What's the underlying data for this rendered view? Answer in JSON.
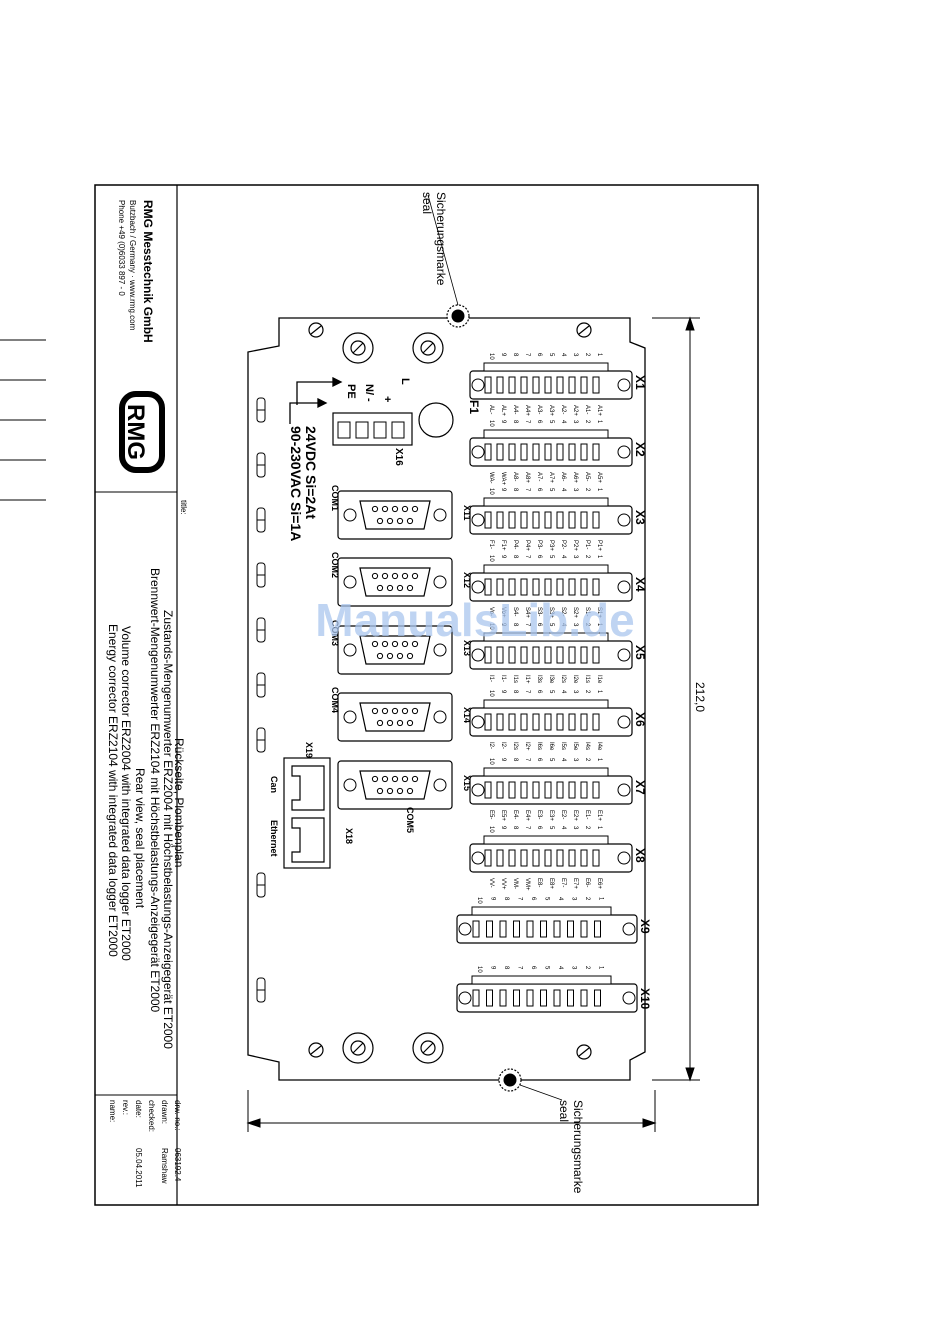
{
  "company": {
    "name": "RMG Messtechnik GmbH",
    "address": "Butzbach / Germany · www.rmg.com",
    "phone": "Phone +49 (0)6033 897 - 0",
    "logo": "RMG"
  },
  "titleblock": {
    "title_label": "title:",
    "lines": [
      "Rückseite, Plombenplan",
      "Zustands-Mengenumwerter ERZ2004 mit Höchstbelastungs-Anzeigegerät ET2000",
      "Brennwert-Mengenumwerter ERZ2104 mit Höchstbelastungs-Anzeigegerät ET2000",
      "Rear view, seal placement",
      "Volume corrector ERZ2004 with integrated data logger ET2000",
      "Energy corrector ERZ2104 with integrated data logger ET2000"
    ],
    "fields": [
      {
        "label": "drw.-no.:",
        "value": "063192.4"
      },
      {
        "label": "drawn:",
        "value": "Ramshaw"
      },
      {
        "label": "checked:",
        "value": ""
      },
      {
        "label": "date:",
        "value": "05.04.2011"
      },
      {
        "label": "rev.:",
        "value": ""
      },
      {
        "label": "name:",
        "value": ""
      }
    ]
  },
  "seal_top": {
    "de": "Sicherungsmarke",
    "en": "seal"
  },
  "seal_bottom": {
    "de": "Sicherungsmarke",
    "en": "seal"
  },
  "dimension": "212,0",
  "watermark": "ManualsLib.de",
  "power": {
    "fuse": "F1",
    "connector": "X16",
    "pins": [
      "L",
      "+",
      "N/ -",
      "PE"
    ],
    "spec_dc": "24VDC  Si=2At",
    "spec_ac": "90-230VAC  Si=1A"
  },
  "com_ports": [
    {
      "id": "X11",
      "label": "COM1"
    },
    {
      "id": "X12",
      "label": "COM2"
    },
    {
      "id": "X13",
      "label": "COM3"
    },
    {
      "id": "X14",
      "label": "COM4"
    },
    {
      "id": "X15",
      "label": "COM5"
    }
  ],
  "network": {
    "header": "X19",
    "can": "Can",
    "ethernet": "Ethernet",
    "eth_id": "X18"
  },
  "terminals": [
    {
      "id": "X1",
      "signals": [
        "A1+",
        "A1-",
        "A2+",
        "A2-",
        "A3+",
        "A3-",
        "A4+",
        "A4-",
        "AL+",
        "AL-"
      ]
    },
    {
      "id": "X2",
      "signals": [
        "A5+",
        "A5-",
        "A6+",
        "A6-",
        "A7+",
        "A7-",
        "A8+",
        "A8-",
        "WA+",
        "WA-"
      ]
    },
    {
      "id": "X3",
      "signals": [
        "P1+",
        "P1-",
        "P2+",
        "P2-",
        "P3+",
        "P3-",
        "P4+",
        "P4-",
        "F1+",
        "F1-"
      ]
    },
    {
      "id": "X4",
      "signals": [
        "S1+",
        "S1-",
        "S2+",
        "S2-",
        "S3+",
        "S3-",
        "S4+",
        "S4-",
        "Vo+",
        "Vo-"
      ]
    },
    {
      "id": "X5",
      "signals": [
        "I1e",
        "I1s",
        "I2e",
        "I2s",
        "I3e",
        "I3s",
        "I1+",
        "I1s",
        "I1-",
        "I1-"
      ]
    },
    {
      "id": "X6",
      "signals": [
        "I4e",
        "I4s",
        "I5e",
        "I5s",
        "I6e",
        "I6s",
        "I2+",
        "I2s",
        "I2-",
        "I2-"
      ]
    },
    {
      "id": "X7",
      "signals": [
        "E1+",
        "E1-",
        "E2+",
        "E2-",
        "E3+",
        "E3-",
        "E4+",
        "E4-",
        "E5+",
        "E5-"
      ]
    },
    {
      "id": "X8",
      "signals": [
        "E6+",
        "E6-",
        "E7+",
        "E7-",
        "E8+",
        "E8-",
        "VM+",
        "VM-",
        "VV+",
        "VV-"
      ]
    },
    {
      "id": "X9",
      "signals": []
    },
    {
      "id": "X10",
      "signals": []
    }
  ],
  "pin_numbers": [
    "1",
    "2",
    "3",
    "4",
    "5",
    "6",
    "7",
    "8",
    "9",
    "10"
  ]
}
